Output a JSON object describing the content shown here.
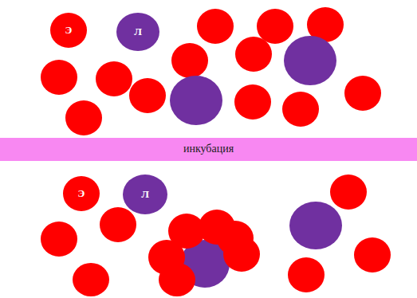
{
  "diagram": {
    "nodes": [
      {
        "text": [
          "Э"
        ]
      },
      {
        "text": [
          "Л"
        ]
      },
      {
        "text": [
          "инкубация"
        ]
      },
      {
        "text": [
          "Э"
        ]
      },
      {
        "text": [
          "Л"
        ]
      }
    ]
  }
}
